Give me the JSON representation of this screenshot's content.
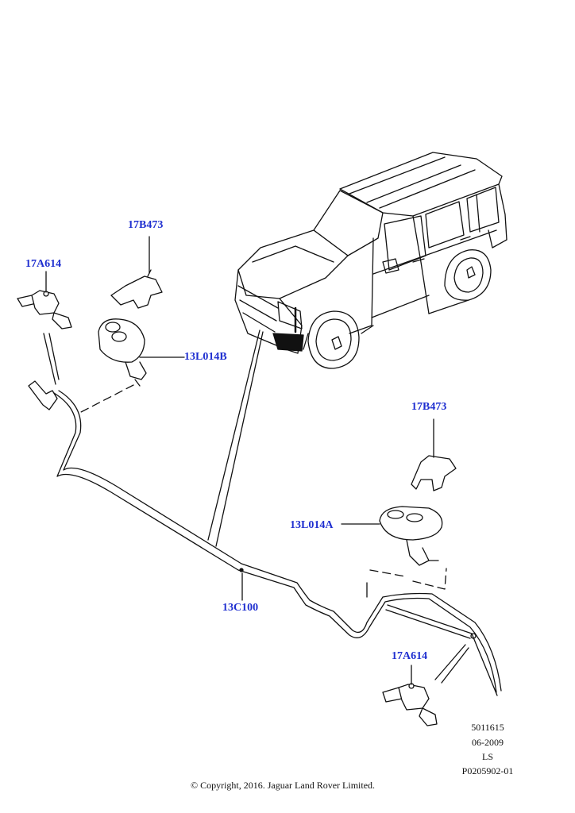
{
  "callouts": {
    "clip_left": "17B473",
    "tee_left": "17A614",
    "jet_left": "13L014B",
    "clip_right": "17B473",
    "jet_right": "13L014A",
    "hose": "13C100",
    "tee_right": "17A614"
  },
  "meta": {
    "drawing_no": "5011615",
    "date": "06-2009",
    "code": "LS",
    "ref": "P0205902-01"
  },
  "copyright": "© Copyright, 2016. Jaguar Land Rover Limited.",
  "colors": {
    "callout": "#1f2fd0",
    "line": "#111111"
  }
}
